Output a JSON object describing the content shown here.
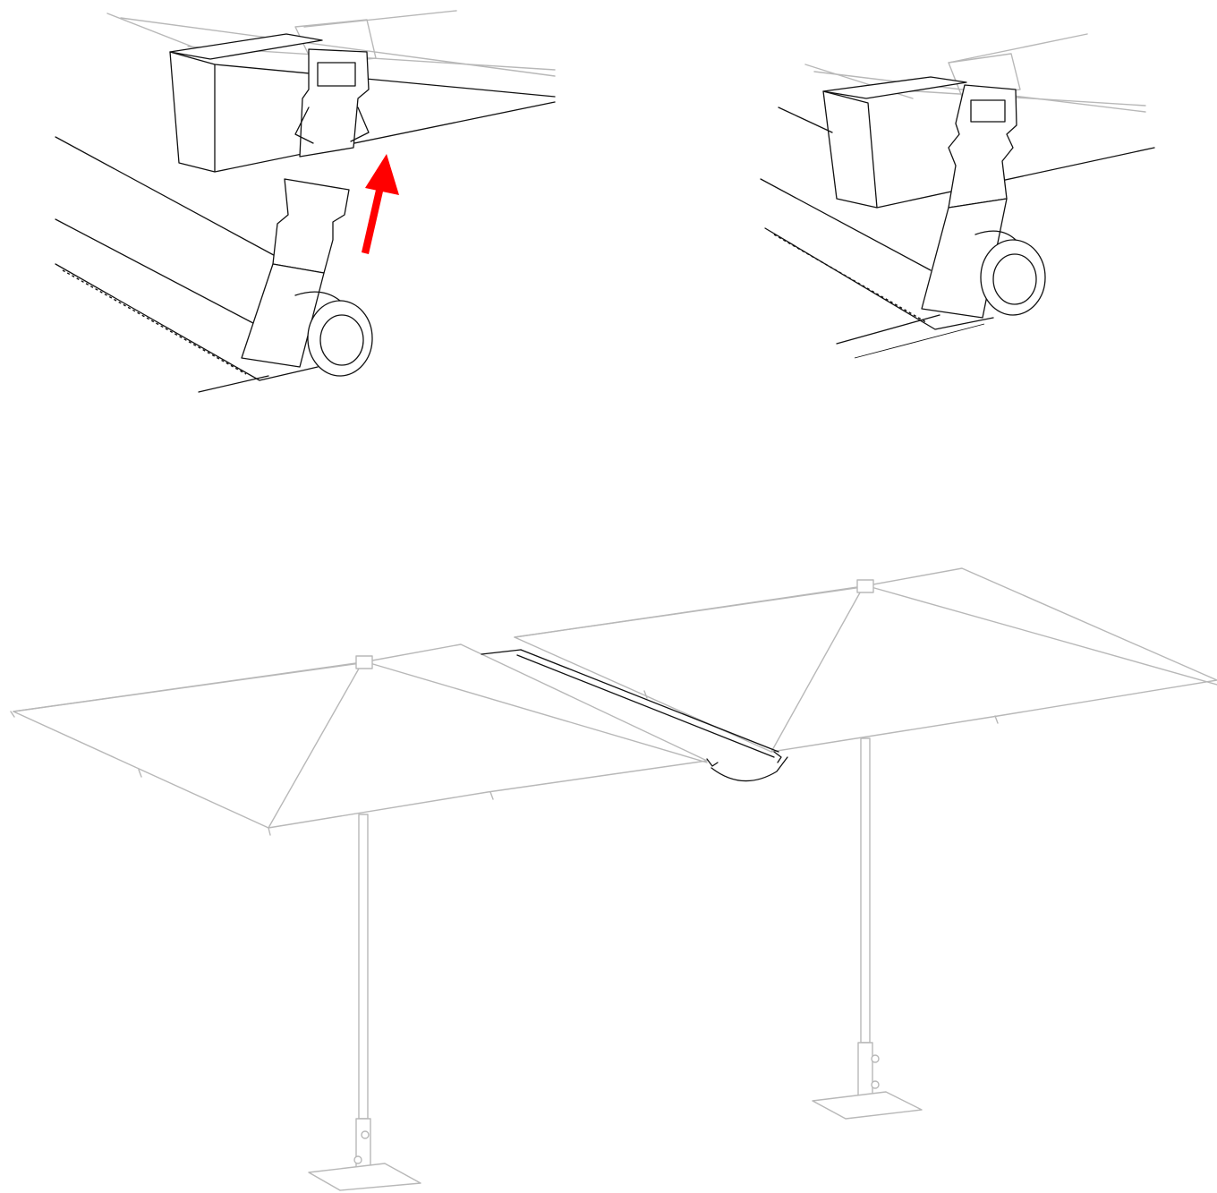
{
  "colors": {
    "line_art": "#111111",
    "ghost_lines": "#b8b8b8",
    "arrow": "#ff0000",
    "background": "#ffffff"
  },
  "steps": [
    {
      "id": "unbuckled",
      "state": "open",
      "has_arrow": true,
      "arrow_direction": "up"
    },
    {
      "id": "buckled",
      "state": "closed",
      "has_arrow": false
    }
  ],
  "icons": [
    "arrow-up-icon",
    "buckle-icon",
    "rolled-gutter-icon"
  ],
  "overview": {
    "umbrella_count": 2,
    "highlighted_part": "rain-gutter"
  }
}
